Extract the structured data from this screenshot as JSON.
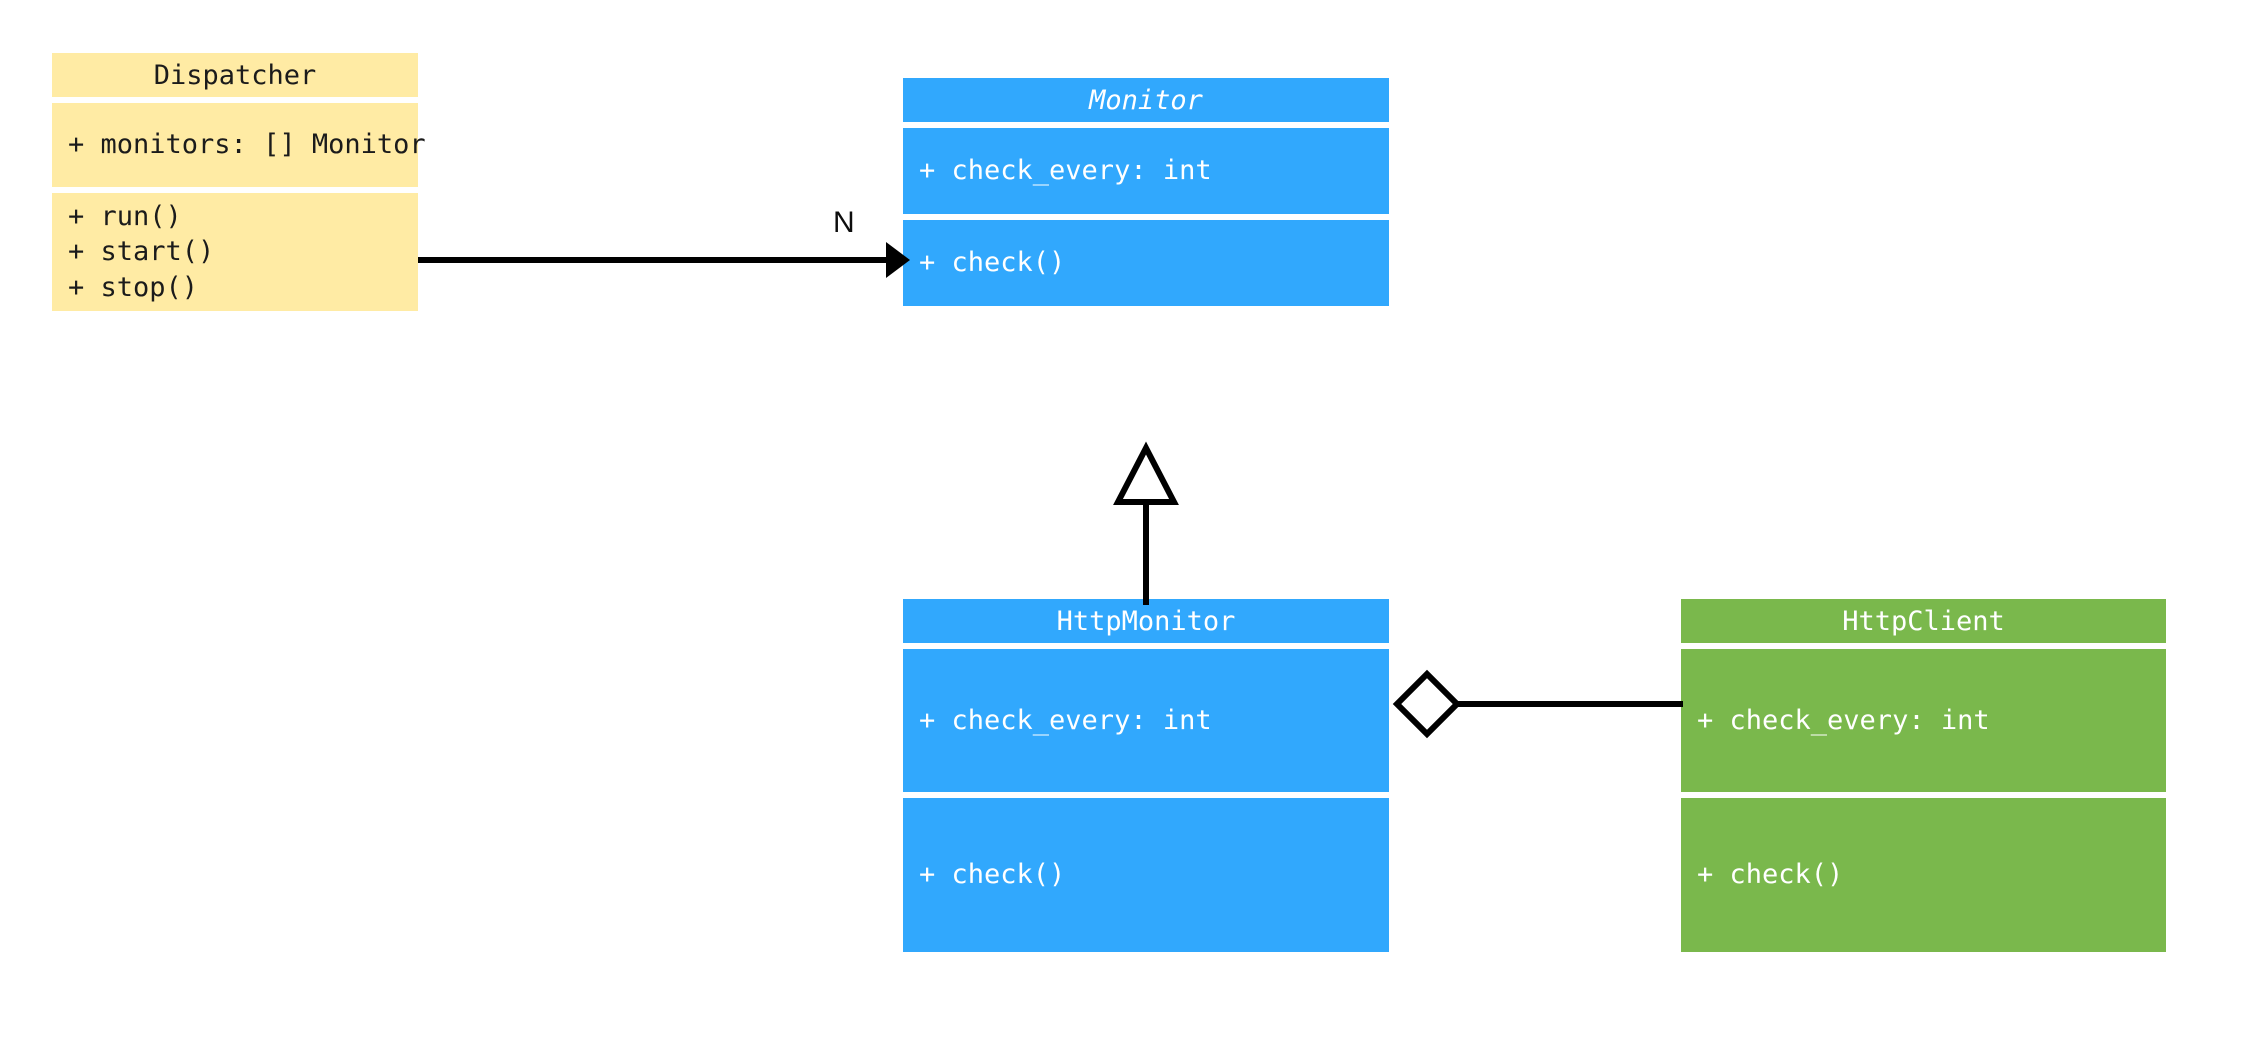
{
  "diagram": {
    "type": "uml-class-diagram",
    "background": "#ffffff",
    "colors": {
      "yellow": "#ffeba4",
      "blue": "#31a8fd",
      "green": "#7ab84c",
      "line": "#000000",
      "dark_text": "#1b1b1b",
      "light_text": "#ffffff"
    }
  },
  "classes": {
    "dispatcher": {
      "name": "Dispatcher",
      "abstract": false,
      "color": "#ffeba4",
      "attributes": [
        "+ monitors: [] Monitor"
      ],
      "methods": [
        "+ run()",
        "+ start()",
        "+ stop()"
      ]
    },
    "monitor": {
      "name": "Monitor",
      "abstract": true,
      "color": "#31a8fd",
      "attributes": [
        "+ check_every: int"
      ],
      "methods": [
        "+ check()"
      ]
    },
    "http_monitor": {
      "name": "HttpMonitor",
      "abstract": false,
      "color": "#31a8fd",
      "attributes": [
        "+ check_every: int"
      ],
      "methods": [
        "+ check()"
      ]
    },
    "http_client": {
      "name": "HttpClient",
      "abstract": false,
      "color": "#7ab84c",
      "attributes": [
        "+ check_every: int"
      ],
      "methods": [
        "+ check()"
      ]
    }
  },
  "relationships": {
    "dispatcher_to_monitor": {
      "kind": "association",
      "from": "Dispatcher",
      "to": "Monitor",
      "multiplicity_label": "N",
      "end_marker": "solid-arrow"
    },
    "http_monitor_to_monitor": {
      "kind": "generalization",
      "from": "HttpMonitor",
      "to": "Monitor",
      "multiplicity_label": "",
      "end_marker": "hollow-triangle"
    },
    "http_monitor_to_http_client": {
      "kind": "aggregation",
      "from": "HttpMonitor",
      "to": "HttpClient",
      "multiplicity_label": "",
      "end_marker": "hollow-diamond"
    }
  }
}
